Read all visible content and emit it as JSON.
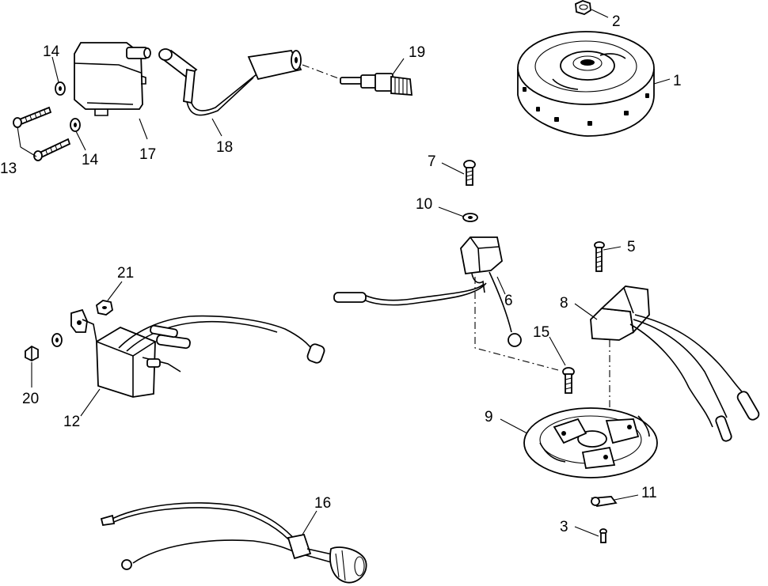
{
  "parts": [
    {
      "key": "flywheel",
      "label": "1"
    },
    {
      "key": "flywheel-nut",
      "label": "2"
    },
    {
      "key": "stator-screw",
      "label": "3"
    },
    {
      "key": "sensor-screw",
      "label": "5"
    },
    {
      "key": "charge-coil",
      "label": "6"
    },
    {
      "key": "charge-coil-screw",
      "label": "7"
    },
    {
      "key": "timer-base-sensor",
      "label": "8"
    },
    {
      "key": "stator-plate",
      "label": "9"
    },
    {
      "key": "coil-washer",
      "label": "10"
    },
    {
      "key": "wire-clip",
      "label": "11"
    },
    {
      "key": "power-pack",
      "label": "12"
    },
    {
      "key": "ignition-coil-screw",
      "label": "13"
    },
    {
      "key": "ignition-coil-washer-upper",
      "label": "14"
    },
    {
      "key": "ignition-coil-washer-lower",
      "label": "14"
    },
    {
      "key": "plate-screw",
      "label": "15"
    },
    {
      "key": "stop-wire-harness",
      "label": "16"
    },
    {
      "key": "ignition-coil",
      "label": "17"
    },
    {
      "key": "high-tension-lead",
      "label": "18"
    },
    {
      "key": "spark-plug",
      "label": "19"
    },
    {
      "key": "power-pack-screw",
      "label": "20"
    },
    {
      "key": "power-pack-nut",
      "label": "21"
    }
  ]
}
